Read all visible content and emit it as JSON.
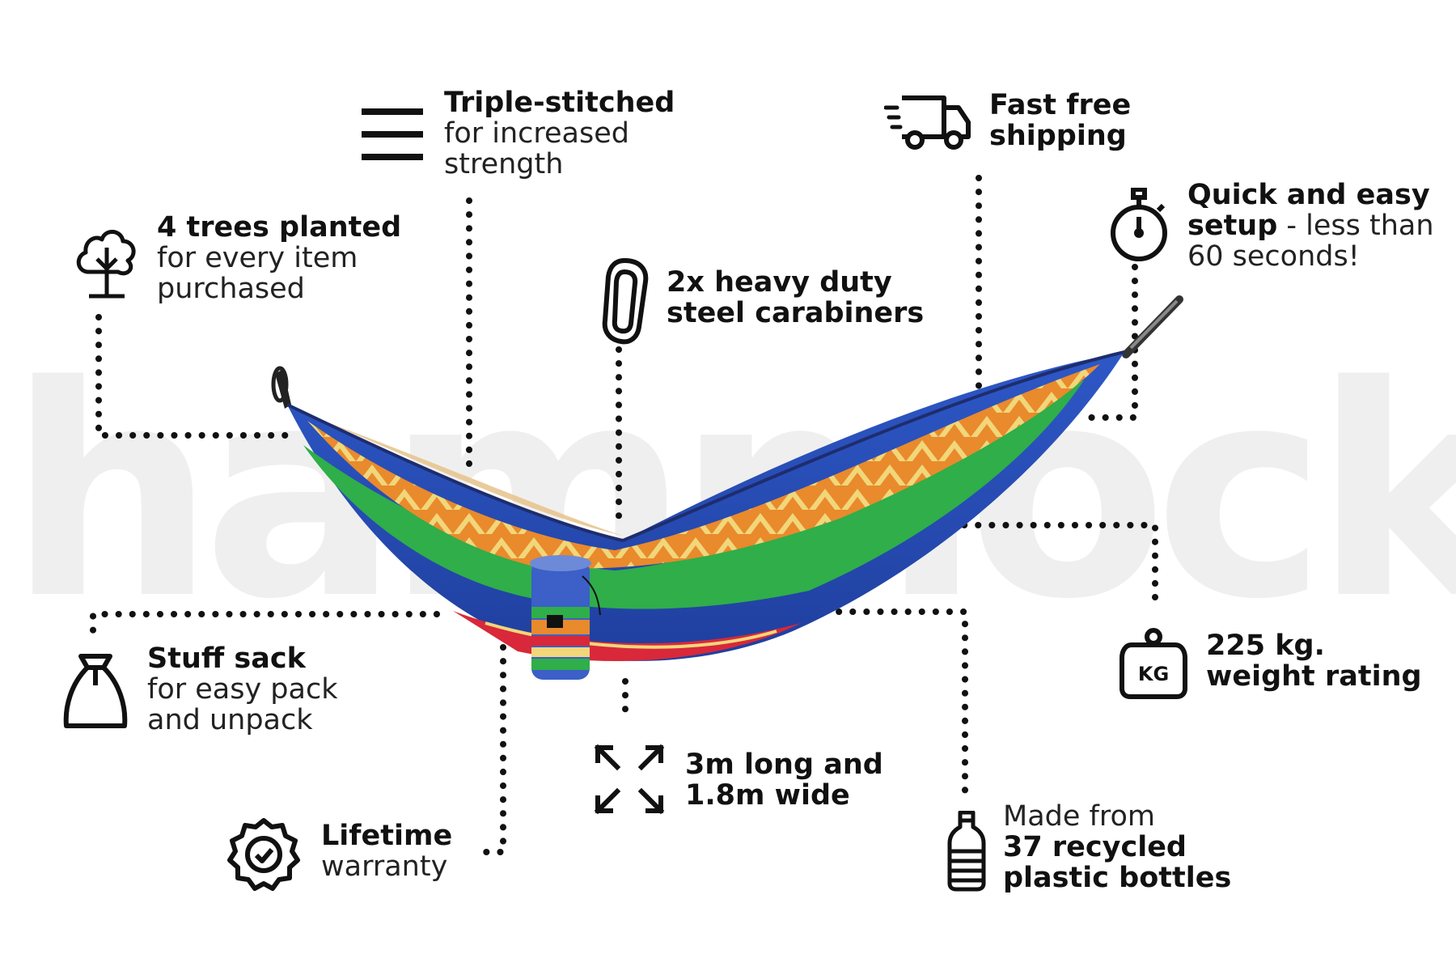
{
  "watermark": "hammock",
  "features": {
    "stitched": {
      "bold": "Triple-stitched",
      "line1": "for increased",
      "line2": "strength"
    },
    "shipping": {
      "bold1": "Fast free",
      "bold2": "shipping"
    },
    "setup": {
      "bold1": "Quick and easy",
      "bold2": "setup",
      "tail": " - less than",
      "line3": "60 seconds!"
    },
    "trees": {
      "bold": "4 trees planted",
      "line1": "for every item",
      "line2": "purchased"
    },
    "carabiners": {
      "bold1": "2x heavy duty",
      "bold2": "steel carabiners"
    },
    "sack": {
      "bold": "Stuff sack",
      "line1": "for easy pack",
      "line2": "and unpack"
    },
    "weight": {
      "badge": "KG",
      "bold1": "225 kg.",
      "bold2": "weight rating"
    },
    "size": {
      "bold1": "3m long and",
      "bold2": "1.8m wide"
    },
    "warranty": {
      "bold": "Lifetime",
      "line1": "warranty"
    },
    "bottles": {
      "line1": "Made from",
      "bold1": "37 recycled",
      "bold2": "plastic bottles"
    }
  },
  "icons": [
    "stitch-lines-icon",
    "truck-icon",
    "stopwatch-icon",
    "tree-icon",
    "carabiner-icon",
    "sack-icon",
    "weight-icon",
    "expand-arrows-icon",
    "badge-check-icon",
    "bottle-icon"
  ],
  "colors": {
    "blue": "#3c5fc8",
    "green": "#2fae4a",
    "orange": "#e98a2c",
    "red": "#d8283a",
    "yellow": "#f1d67a"
  }
}
